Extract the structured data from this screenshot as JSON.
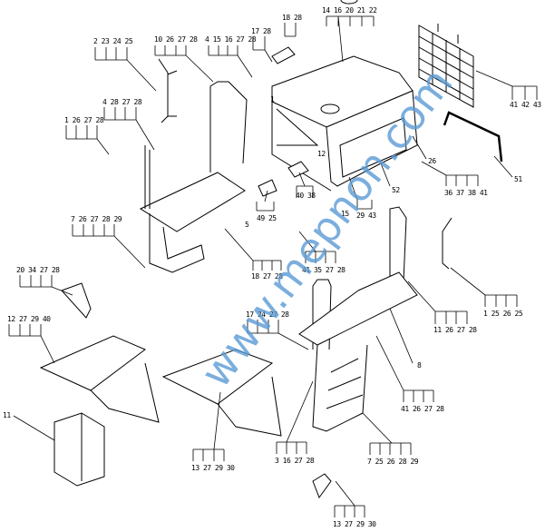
{
  "title": "Cab and platform parts diagram",
  "watermark": "www.mepnon.com",
  "callouts": [
    {
      "text": "2 23 24 25"
    },
    {
      "text": "10 26 27 28"
    },
    {
      "text": "4 15 16 27 28"
    },
    {
      "text": "17 28"
    },
    {
      "text": "18 28"
    },
    {
      "text": "14 16 20 21 22"
    },
    {
      "text": "41 42 43"
    },
    {
      "text": "51"
    },
    {
      "text": "4 28 27 28"
    },
    {
      "text": "1 26 27 28"
    },
    {
      "text": "7 26 27 28 29"
    },
    {
      "text": "20 34 27 28"
    },
    {
      "text": "12 27 29 40"
    },
    {
      "text": "18 27 28"
    },
    {
      "text": "41 35 27 28"
    },
    {
      "text": "17 24 27 28"
    },
    {
      "text": "1 25 26 25"
    },
    {
      "text": "11 26 27 28"
    },
    {
      "text": "8"
    },
    {
      "text": "41 26 27 28"
    },
    {
      "text": "7 25 26 28 29"
    },
    {
      "text": "3 16 27 28"
    },
    {
      "text": "13 27 29 30"
    },
    {
      "text": "13 27 29 30"
    },
    {
      "text": "12"
    },
    {
      "text": "26"
    },
    {
      "text": "49 25"
    },
    {
      "text": "5"
    },
    {
      "text": "40 38"
    },
    {
      "text": "15"
    },
    {
      "text": "29 43"
    },
    {
      "text": "52"
    },
    {
      "text": "36 37 38 41"
    },
    {
      "text": "1"
    },
    {
      "text": "11"
    }
  ]
}
